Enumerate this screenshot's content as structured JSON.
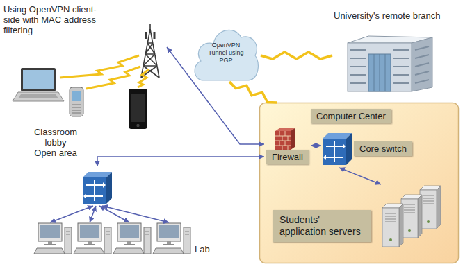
{
  "diagram": {
    "nodes": [
      {
        "text": [
          "Using OpenVPN client-side with MAC address filtering",
          "Classroom – lobby – Open area"
        ]
      },
      {
        "text": [
          "OpenVPN Tunnel using PGP"
        ]
      },
      {
        "text": [
          "University's remote branch"
        ]
      },
      {
        "text": [
          "Computer Center"
        ]
      },
      {
        "text": [
          "Firewall"
        ],
        "in": 3
      },
      {
        "text": [
          "Core switch"
        ],
        "in": 3
      },
      {
        "text": [
          "Students' application servers"
        ],
        "in": 3
      },
      {
        "text": [
          "Lab"
        ]
      }
    ],
    "edges": [
      {
        "from": 4,
        "to": 0,
        "arrow": "both"
      },
      {
        "from": 4,
        "to": 7,
        "arrow": "both"
      },
      {
        "from": 4,
        "to": 5,
        "arrow": "both"
      },
      {
        "from": 5,
        "to": 6,
        "arrow": "both"
      },
      {
        "from": 1,
        "to": 2,
        "arrow": "none"
      },
      {
        "from": 1,
        "to": 3,
        "arrow": "none"
      }
    ]
  }
}
